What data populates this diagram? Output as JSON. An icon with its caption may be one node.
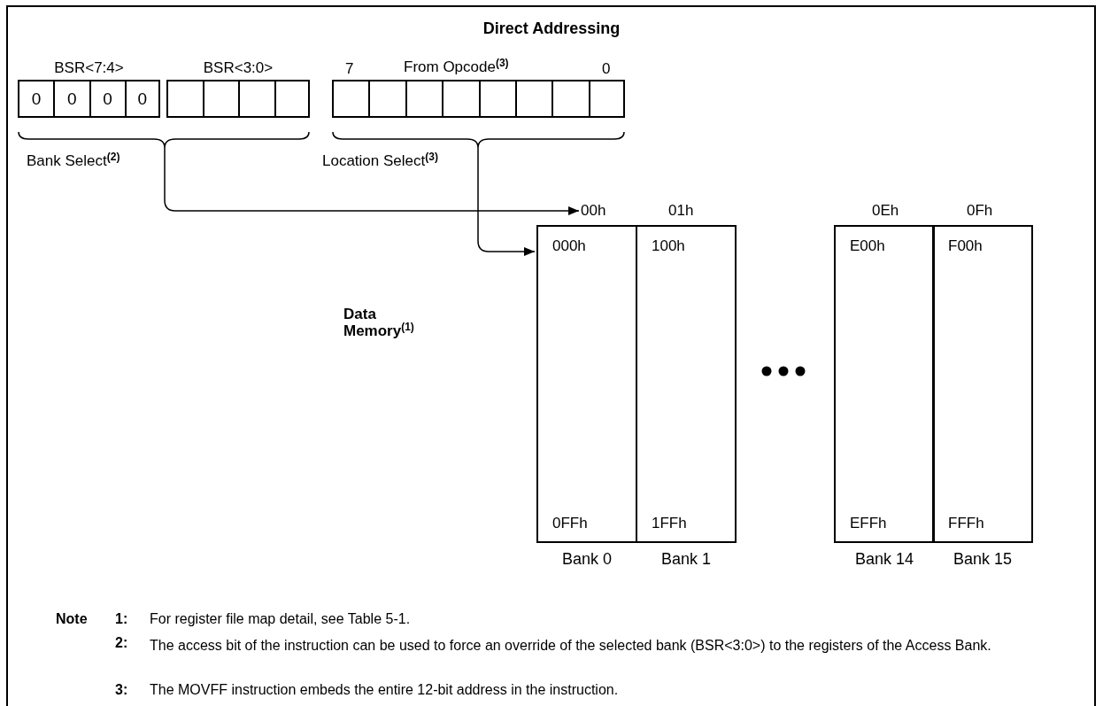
{
  "diagram": {
    "title": "Direct Addressing",
    "nodes": [
      {
        "text": [
          "BSR<7:4>"
        ]
      },
      {
        "text": [
          "0"
        ],
        "in": 0
      },
      {
        "text": [
          "0"
        ],
        "in": 0
      },
      {
        "text": [
          "0"
        ],
        "in": 0
      },
      {
        "text": [
          "0"
        ],
        "in": 0
      },
      {
        "text": [
          "BSR<3:0>"
        ]
      },
      {
        "text": [],
        "shape": "box",
        "in": 5
      },
      {
        "text": [],
        "shape": "box",
        "in": 5
      },
      {
        "text": [],
        "shape": "box",
        "in": 5
      },
      {
        "text": [],
        "shape": "box",
        "in": 5
      },
      {
        "text": [
          "From Opcode$^{(3)}$"
        ],
        "beside": [
          "7",
          "0"
        ]
      },
      {
        "text": [],
        "shape": "box",
        "in": 10
      },
      {
        "text": [],
        "shape": "box",
        "in": 10
      },
      {
        "text": [],
        "shape": "box",
        "in": 10
      },
      {
        "text": [],
        "shape": "box",
        "in": 10
      },
      {
        "text": [],
        "shape": "box",
        "in": 10
      },
      {
        "text": [],
        "shape": "box",
        "in": 10
      },
      {
        "text": [],
        "shape": "box",
        "in": 10
      },
      {
        "text": [],
        "shape": "box",
        "in": 10
      },
      {
        "text": [
          "Bank Select$^{(2)}$"
        ]
      },
      {
        "text": [
          "Location Select$^{(3)}$"
        ]
      },
      {
        "text": [
          "00h"
        ]
      },
      {
        "text": [
          "000h",
          "0FFh"
        ],
        "beside": [
          "Bank 0"
        ]
      },
      {
        "text": [
          "100h",
          "1FFh"
        ],
        "beside": [
          "Bank 1"
        ]
      },
      {
        "text": [
          "E00h",
          "EFFh"
        ],
        "beside": [
          "Bank 14"
        ]
      },
      {
        "text": [
          "F00h",
          "FFFh"
        ],
        "beside": [
          "Bank 15"
        ]
      }
    ],
    "edges": [
      {
        "from": 19,
        "to": 21,
        "arrow": "to"
      },
      {
        "from": 20,
        "to": 22,
        "arrow": "to"
      }
    ],
    "labels": [
      "01h",
      "0Eh",
      "0Fh",
      "Data Memory$^{(1)}$",
      "Note",
      "1:",
      "For register file map detail, see Table 5-1.",
      "2:",
      "The access bit of the instruction can be used to force an override of the selected bank (BSR<3:0>) to the registers of the Access Bank.",
      "3:",
      "The MOVFF instruction embeds the entire 12-bit address in the instruction."
    ]
  }
}
